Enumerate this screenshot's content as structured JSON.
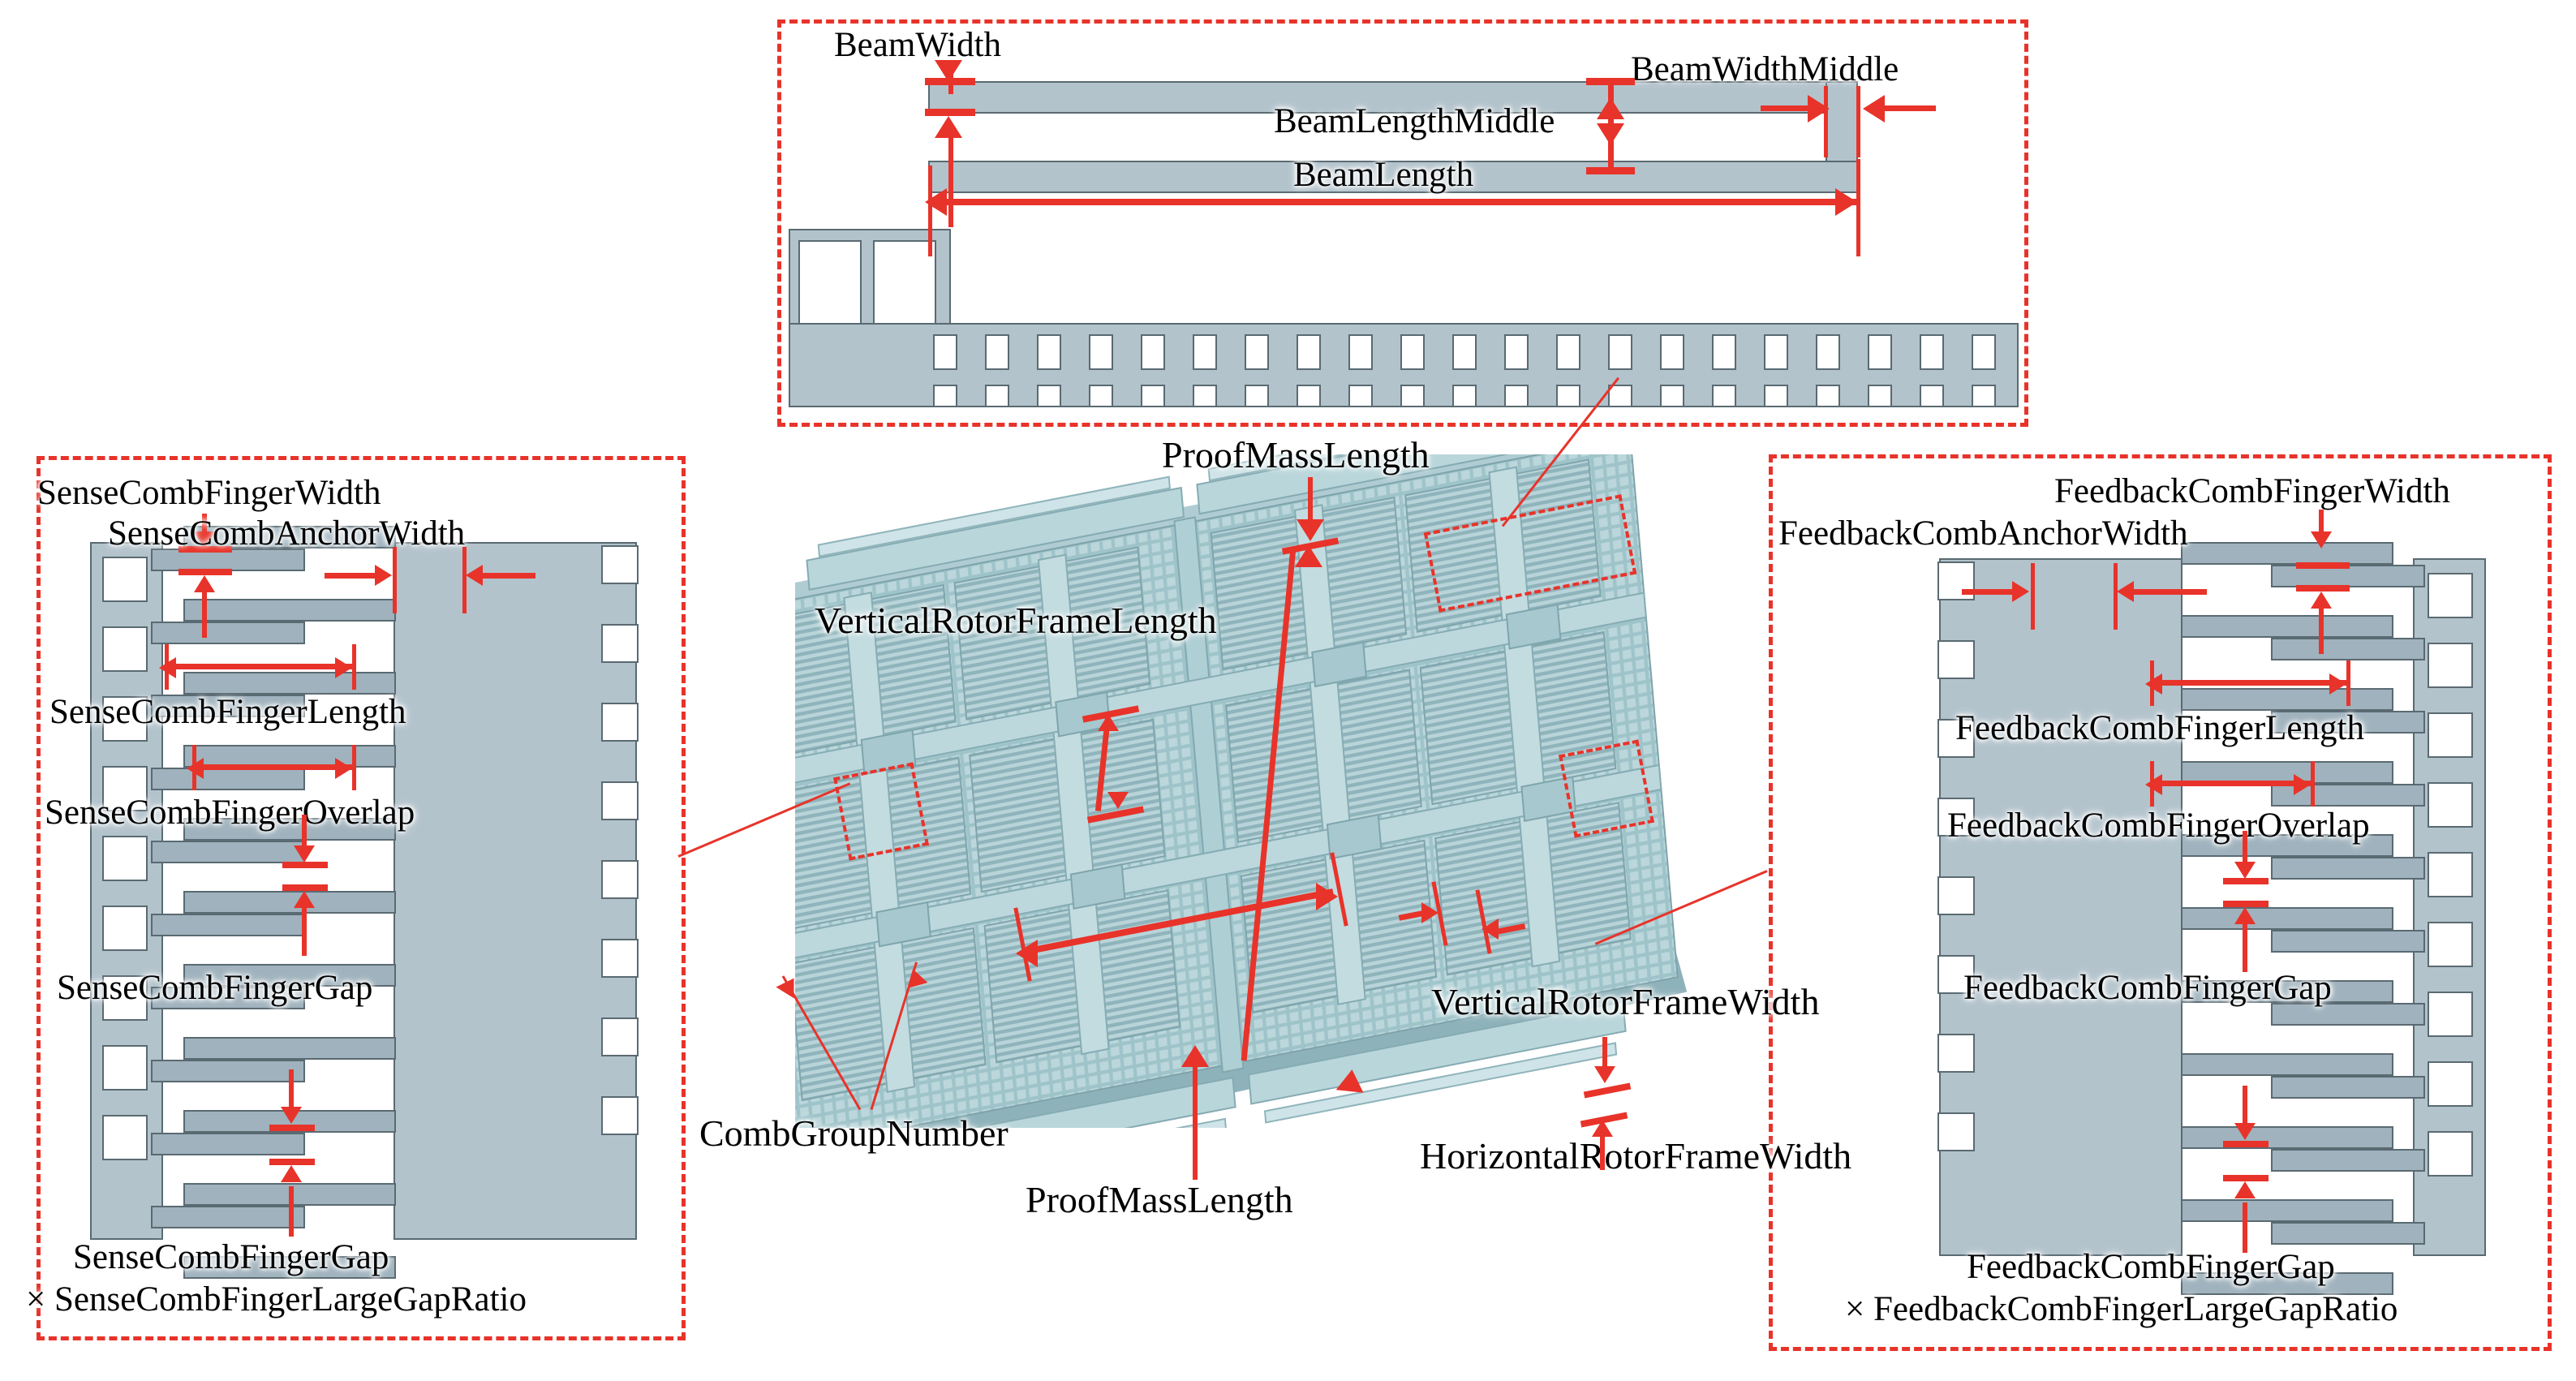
{
  "figure": {
    "title": "MEMS comb-drive accelerometer design-parameter annotation diagram",
    "accent_color": "#e8332a",
    "silicon_color": "#b3c3cc",
    "silicon_dark_color": "#9fb2bd",
    "device_color": "#8fb6bd",
    "outline_color": "#5a6a72"
  },
  "top_panel": {
    "name": "beam-detail-panel",
    "labels": {
      "beam_width": "BeamWidth",
      "beam_width_middle": "BeamWidthMiddle",
      "beam_length_middle": "BeamLengthMiddle",
      "beam_length": "BeamLength"
    }
  },
  "left_panel": {
    "name": "sense-comb-detail-panel",
    "labels": {
      "finger_width": "SenseCombFingerWidth",
      "anchor_width": "SenseCombAnchorWidth",
      "finger_length": "SenseCombFingerLength",
      "finger_overlap": "SenseCombFingerOverlap",
      "finger_gap": "SenseCombFingerGap",
      "large_gap_line1": "SenseCombFingerGap",
      "large_gap_line2": "× SenseCombFingerLargeGapRatio"
    }
  },
  "right_panel": {
    "name": "feedback-comb-detail-panel",
    "labels": {
      "finger_width": "FeedbackCombFingerWidth",
      "anchor_width": "FeedbackCombAnchorWidth",
      "finger_length": "FeedbackCombFingerLength",
      "finger_overlap": "FeedbackCombFingerOverlap",
      "finger_gap": "FeedbackCombFingerGap",
      "large_gap_line1": "FeedbackCombFingerGap",
      "large_gap_line2": "× FeedbackCombFingerLargeGapRatio"
    }
  },
  "center_device": {
    "name": "mems-proof-mass-3d-view",
    "labels": {
      "proof_mass_length_top": "ProofMassLength",
      "proof_mass_length_bottom": "ProofMassLength",
      "vertical_rotor_frame_length": "VerticalRotorFrameLength",
      "vertical_rotor_frame_width": "VerticalRotorFrameWidth",
      "horizontal_rotor_frame_width": "HorizontalRotorFrameWidth",
      "comb_group_number": "CombGroupNumber"
    }
  },
  "all_parameters": [
    "BeamWidth",
    "BeamWidthMiddle",
    "BeamLengthMiddle",
    "BeamLength",
    "SenseCombFingerWidth",
    "SenseCombAnchorWidth",
    "SenseCombFingerLength",
    "SenseCombFingerOverlap",
    "SenseCombFingerGap",
    "SenseCombFingerLargeGapRatio",
    "FeedbackCombFingerWidth",
    "FeedbackCombAnchorWidth",
    "FeedbackCombFingerLength",
    "FeedbackCombFingerOverlap",
    "FeedbackCombFingerGap",
    "FeedbackCombFingerLargeGapRatio",
    "ProofMassLength",
    "VerticalRotorFrameLength",
    "VerticalRotorFrameWidth",
    "HorizontalRotorFrameWidth",
    "CombGroupNumber"
  ]
}
